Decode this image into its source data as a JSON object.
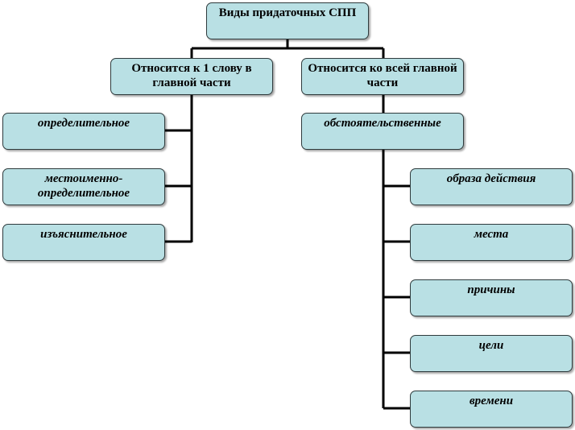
{
  "diagram": {
    "root": "Виды придаточных СПП",
    "branch_word": "Относится к 1 слову в главной части",
    "branch_whole": "Относится ко всей главной части",
    "left_items": [
      "определительное",
      "местоименно-определительное",
      "изъяснительное"
    ],
    "adverbial": "обстоятельственные",
    "adverbial_items": [
      "образа действия",
      "места",
      "причины",
      "цели",
      "времени"
    ]
  },
  "colors": {
    "box_fill": "#b9e0e4",
    "box_border": "#2f3b3d",
    "connector": "#000000"
  }
}
